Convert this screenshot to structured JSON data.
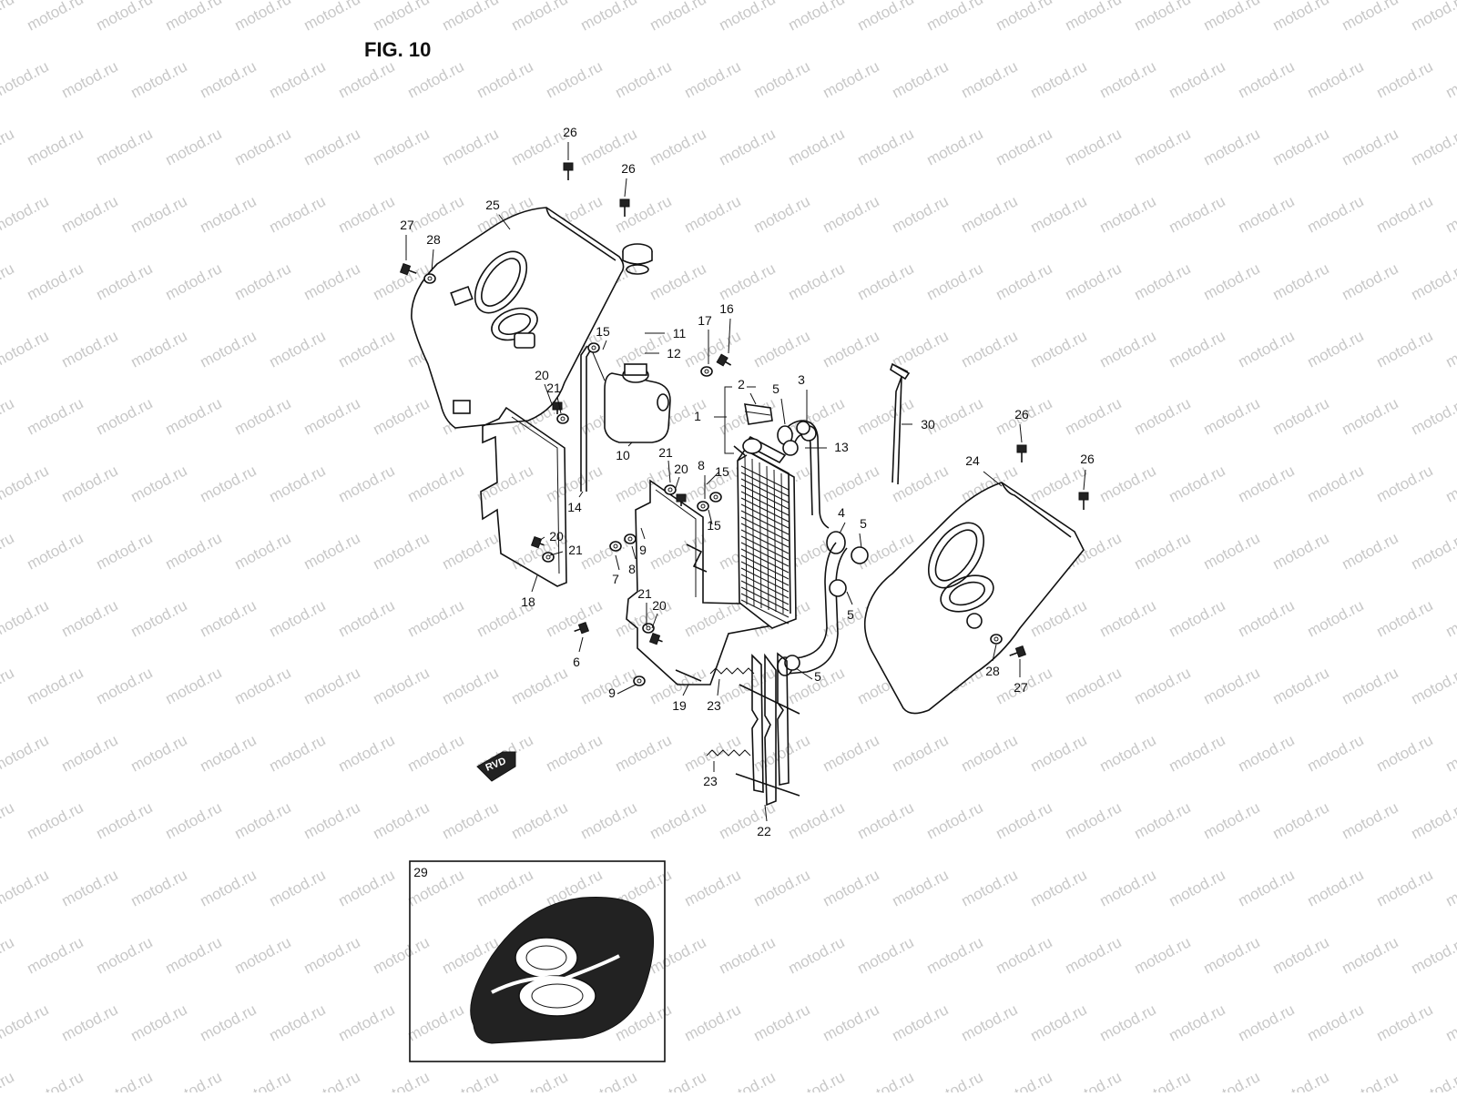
{
  "figure": {
    "title": "FIG. 10"
  },
  "watermark": {
    "text": "motod.ru"
  },
  "emblem": {
    "text": "RVD"
  },
  "callouts": [
    {
      "ref": "1",
      "label": "1"
    },
    {
      "ref": "2",
      "label": "2"
    },
    {
      "ref": "3",
      "label": "3"
    },
    {
      "ref": "4",
      "label": "4"
    },
    {
      "ref": "5a",
      "label": "5"
    },
    {
      "ref": "5b",
      "label": "5"
    },
    {
      "ref": "5c",
      "label": "5"
    },
    {
      "ref": "5d",
      "label": "5"
    },
    {
      "ref": "6",
      "label": "6"
    },
    {
      "ref": "7",
      "label": "7"
    },
    {
      "ref": "8a",
      "label": "8"
    },
    {
      "ref": "8b",
      "label": "8"
    },
    {
      "ref": "9a",
      "label": "9"
    },
    {
      "ref": "9b",
      "label": "9"
    },
    {
      "ref": "10",
      "label": "10"
    },
    {
      "ref": "11",
      "label": "11"
    },
    {
      "ref": "12",
      "label": "12"
    },
    {
      "ref": "13",
      "label": "13"
    },
    {
      "ref": "14",
      "label": "14"
    },
    {
      "ref": "15a",
      "label": "15"
    },
    {
      "ref": "15b",
      "label": "15"
    },
    {
      "ref": "15c",
      "label": "15"
    },
    {
      "ref": "16",
      "label": "16"
    },
    {
      "ref": "17",
      "label": "17"
    },
    {
      "ref": "18",
      "label": "18"
    },
    {
      "ref": "19",
      "label": "19"
    },
    {
      "ref": "20a",
      "label": "20"
    },
    {
      "ref": "20b",
      "label": "20"
    },
    {
      "ref": "20c",
      "label": "20"
    },
    {
      "ref": "20d",
      "label": "20"
    },
    {
      "ref": "21a",
      "label": "21"
    },
    {
      "ref": "21b",
      "label": "21"
    },
    {
      "ref": "21c",
      "label": "21"
    },
    {
      "ref": "21d",
      "label": "21"
    },
    {
      "ref": "22",
      "label": "22"
    },
    {
      "ref": "23a",
      "label": "23"
    },
    {
      "ref": "23b",
      "label": "23"
    },
    {
      "ref": "24",
      "label": "24"
    },
    {
      "ref": "25",
      "label": "25"
    },
    {
      "ref": "26a",
      "label": "26"
    },
    {
      "ref": "26b",
      "label": "26"
    },
    {
      "ref": "26c",
      "label": "26"
    },
    {
      "ref": "26d",
      "label": "26"
    },
    {
      "ref": "27a",
      "label": "27"
    },
    {
      "ref": "27b",
      "label": "27"
    },
    {
      "ref": "28a",
      "label": "28"
    },
    {
      "ref": "28b",
      "label": "28"
    },
    {
      "ref": "29",
      "label": "29"
    },
    {
      "ref": "30",
      "label": "30"
    }
  ]
}
